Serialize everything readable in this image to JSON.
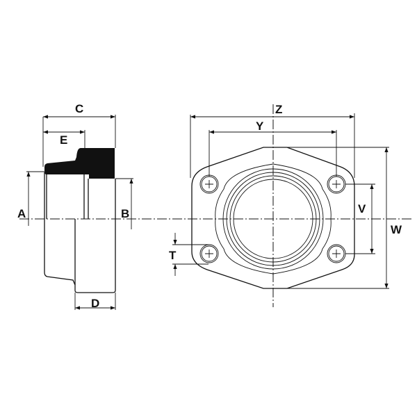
{
  "title": "SAE split flange dimensional drawing",
  "views": {
    "side": {
      "name": "side-section-view"
    },
    "front": {
      "name": "front-view"
    }
  },
  "dimension_labels": {
    "A": "A",
    "B": "B",
    "C": "C",
    "D": "D",
    "E": "E",
    "T": "T",
    "V": "V",
    "W": "W",
    "Y": "Y",
    "Z": "Z"
  },
  "colors": {
    "line": "#111111",
    "section_fill": "#111111",
    "background": "#ffffff"
  }
}
